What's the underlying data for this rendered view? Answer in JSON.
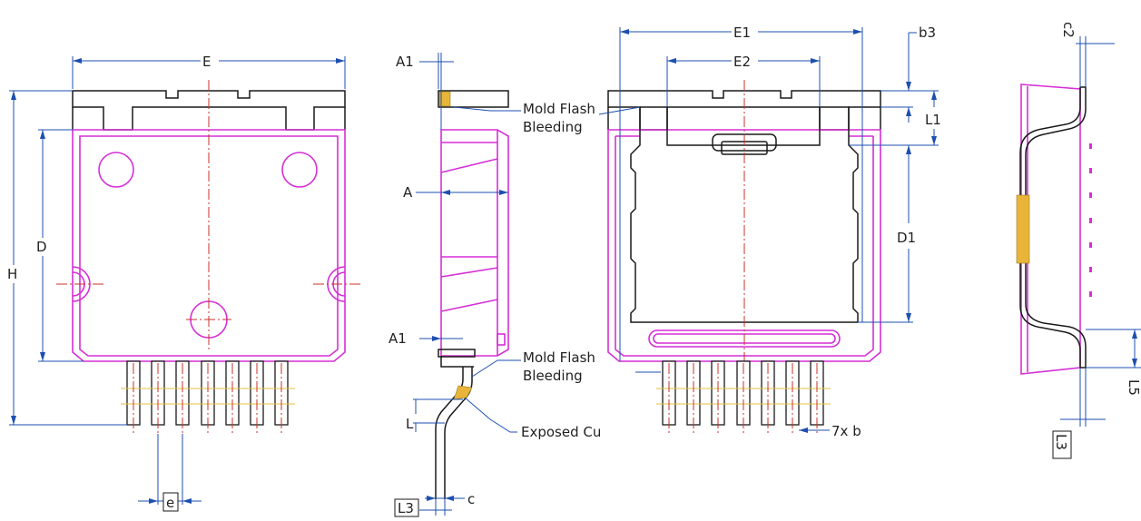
{
  "labels": {
    "E": "E",
    "D": "D",
    "H": "H",
    "e": "e",
    "A1_top": "A1",
    "A": "A",
    "A1_bottom": "A1",
    "L": "L",
    "c": "c",
    "L3_side": "L3",
    "mold_flash_1": "Mold Flash",
    "bleeding_1": "Bleeding",
    "mold_flash_2": "Mold Flash",
    "bleeding_2": "Bleeding",
    "exposed_cu": "Exposed Cu",
    "E1": "E1",
    "E2": "E2",
    "b3": "b3",
    "L1": "L1",
    "D1": "D1",
    "b_count": "7x  b",
    "c2": "c2",
    "L3_right": "L3",
    "L5": "L5"
  },
  "colors": {
    "outline": "#d62fd6",
    "body": "#1a1a1a",
    "dimension": "#1d4fb0",
    "centerline": "#c8302a",
    "copper": "#e8b53a"
  }
}
